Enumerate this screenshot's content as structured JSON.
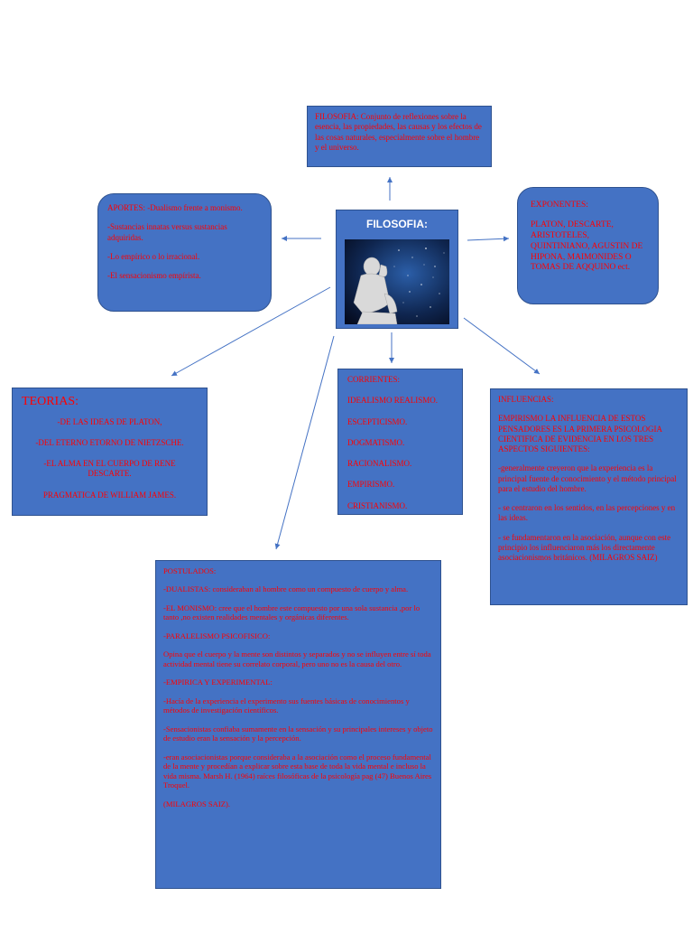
{
  "center": {
    "title": "FILOSOFIA:",
    "image_icon": "thinker-statue-icon"
  },
  "filosofia": {
    "text": "FILOSOFIA: Conjunto de reflexiones sobre la esencia, las propiedades, las causas y los efectos de las cosas naturales, especialmente sobre el hombre y el universo."
  },
  "aportes": {
    "lines": [
      "APORTES: -Dualismo frente a monismo.",
      "-Sustancias innatas versus sustancias adquiridas.",
      "-Lo empírico o lo irracional.",
      "-El sensacionismo empírista."
    ]
  },
  "exponentes": {
    "lines": [
      "EXPONENTES:",
      "PLATON, DESCARTE, ARISTOTELES, QUINTINIANO, AGUSTIN DE HIPONA, MAIMONIDES O TOMAS DE AQQUINO ect."
    ]
  },
  "teorias": {
    "title": "TEORIAS:",
    "lines": [
      "-DE LAS IDEAS DE PLATON,",
      "-DEL ETERNO ETORNO DE NIETZSCHE.",
      "-EL ALMA EN EL CUERPO DE RENE DESCARTE.",
      "PRAGMATICA DE WILLIAM JAMES."
    ]
  },
  "corrientes": {
    "lines": [
      "CORRIENTES:",
      "IDEALISMO REALISMO.",
      "ESCEPTICISMO.",
      "DOGMATISMO.",
      "RACIONALISMO.",
      "EMPIRISMO.",
      "CRISTIANISMO."
    ]
  },
  "influencias": {
    "lines": [
      "INFLUENCIAS:",
      "EMPIRISMO LA INFLUENCIA DE ESTOS PENSADORES ES LA PRIMERA PSICOLOGIA CIENTIFICA DE EVIDENCIA EN LOS TRES ASPECTOS SIGUIENTES:",
      "-generalmente creyeron que la experiencia es la principal fuente de conocimiento y el método principal para el estudio del hombre.",
      "- se centraron en los sentidos, en las percepciones y en las ideas.",
      "- se fundamentaron en la asociación, aunque con este principio los influenciaron más los directamente asociacionismos británicos. (MILAGROS SAIZ)"
    ]
  },
  "postulados": {
    "lines": [
      "POSTULADOS:",
      "-DUALISTAS: consideraban al hombre como un compuesto de cuerpo y alma.",
      "-EL MONISMO: cree que el hombre este compuesto por una sola sustancia ,por lo tanto ,no existen realidades mentales y orgánicas diferentes.",
      "-PARALELISMO PSICOFISICO:",
      "Opina que el cuerpo y la mente son distintos y separados y no se influyen entre sí toda actividad mental tiene su correlato corporal, pero uno no es la causa del otro.",
      "-EMPIRICA Y EXPERIMENTAL:",
      "-Hacía de la experiencia el experimento sus fuentes básicas de conocimientos y métodos de investigación científicos.",
      "-Sensacionistas confiaba sumamente en la sensación y su principales intereses y objeto de estudio eran la sensación y la percepción.",
      "-eran asociacionistas porque consideraba a la asociación como el proceso fundamental de la mente y procedían a explicar sobre esta base de toda la vida mental e incluso la vida misma. Marsh H. (1964) raíces filosóficas de la psicología pag (47) Buenos Aires Troquel.",
      "(MILAGROS SAIZ)."
    ]
  }
}
